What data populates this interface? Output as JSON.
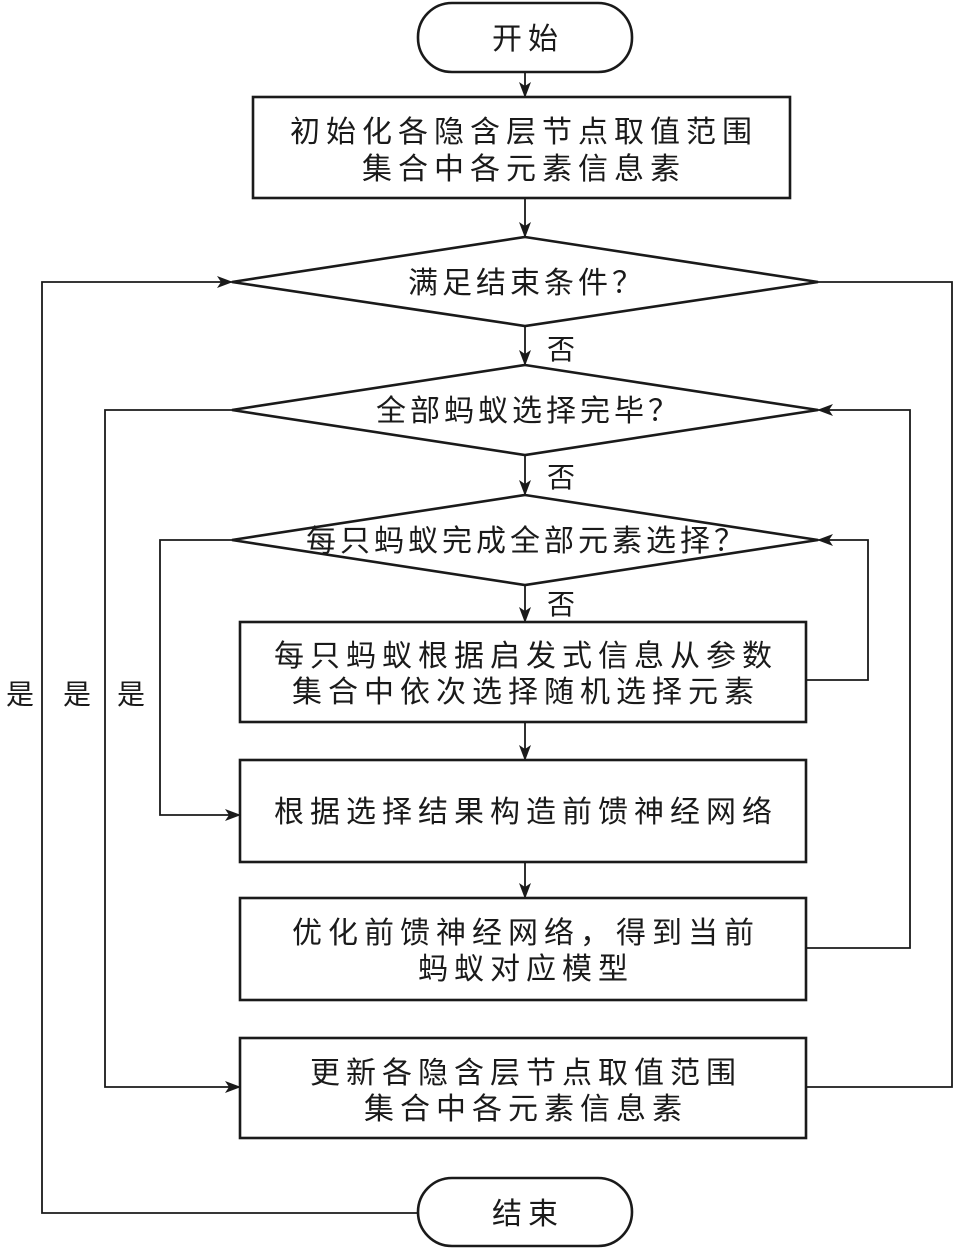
{
  "start": {
    "label": "开始"
  },
  "end": {
    "label": "结束"
  },
  "steps": {
    "init": {
      "line1": "初始化各隐含层节点取值范围",
      "line2": "集合中各元素信息素"
    },
    "ant_select": {
      "line1": "每只蚂蚁根据启发式信息从参数",
      "line2": "集合中依次选择随机选择元素"
    },
    "build": {
      "line1": "根据选择结果构造前馈神经网络"
    },
    "optimize": {
      "line1": "优化前馈神经网络，得到当前",
      "line2": "蚂蚁对应模型"
    },
    "update": {
      "line1": "更新各隐含层节点取值范围",
      "line2": "集合中各元素信息素"
    }
  },
  "decisions": {
    "end_condition": "满足结束条件？",
    "all_ants_done": "全部蚂蚁选择完毕？",
    "each_ant_done": "每只蚂蚁完成全部元素选择？"
  },
  "labels": {
    "no": "否",
    "yes": "是"
  }
}
